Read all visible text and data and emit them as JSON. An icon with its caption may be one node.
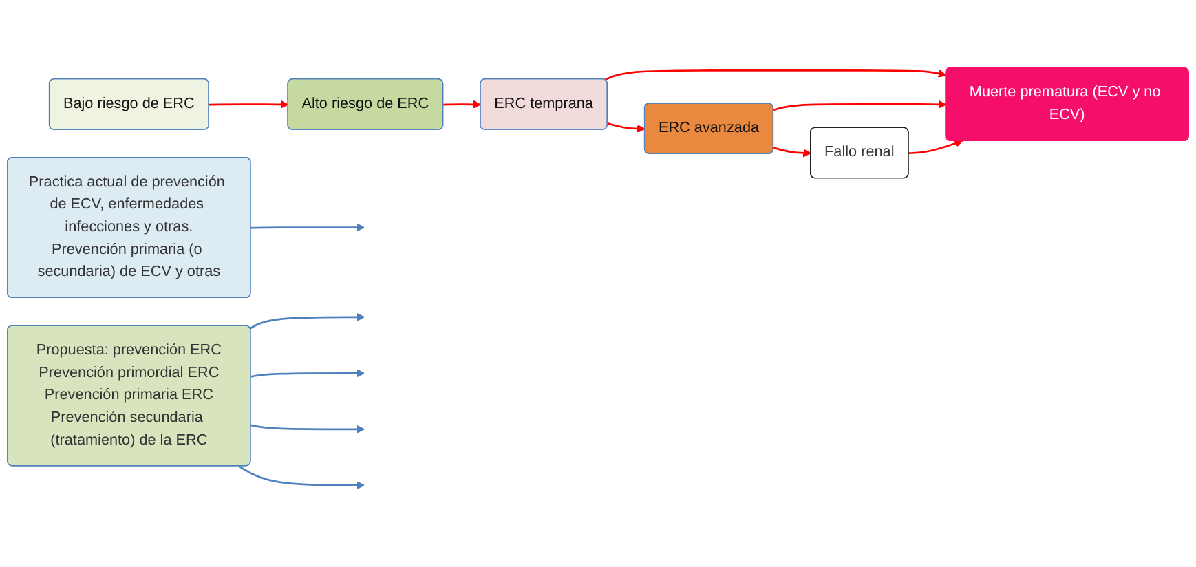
{
  "diagram": {
    "nodes": [
      {
        "text": [
          "Practica actual de prevención de ECV, enfermedades infecciones y otras.",
          "Prevención primaria (o secundaria) de ECV y otras"
        ]
      },
      {
        "text": [
          "Muerte prematura (ECV y no ECV)"
        ]
      },
      {
        "text": [
          "Bajo riesgo de ERC"
        ]
      },
      {
        "text": [
          "Alto riesgo de ERC"
        ]
      },
      {
        "text": [
          "ERC temprana"
        ]
      },
      {
        "text": [
          "ERC avanzada"
        ]
      },
      {
        "text": [
          "Fallo renal"
        ]
      },
      {
        "text": [
          "Propuesta: prevención ERC",
          "Prevención primordial ERC",
          "Prevención primaria ERC",
          "Prevención secundaria (tratamiento) de la ERC"
        ]
      }
    ],
    "edges": [
      {
        "from": 2,
        "to": 3,
        "arrow": "to"
      },
      {
        "from": 3,
        "to": 4,
        "arrow": "to"
      },
      {
        "from": 4,
        "to": 5,
        "arrow": "to"
      },
      {
        "from": 5,
        "to": 6,
        "arrow": "to"
      },
      {
        "from": 4,
        "to": 1,
        "arrow": "to"
      },
      {
        "from": 5,
        "to": 1,
        "arrow": "to"
      },
      {
        "from": 6,
        "to": 1,
        "arrow": "to"
      },
      {
        "from": 0,
        "to": null,
        "arrow": "to",
        "color": "#4f81bd"
      },
      {
        "from": 7,
        "to": null,
        "arrow": "to",
        "color": "#4f81bd"
      },
      {
        "from": 7,
        "to": null,
        "arrow": "to",
        "color": "#4f81bd"
      },
      {
        "from": 7,
        "to": null,
        "arrow": "to",
        "color": "#4f81bd"
      },
      {
        "from": 7,
        "to": null,
        "arrow": "to",
        "color": "#4f81bd"
      }
    ]
  }
}
